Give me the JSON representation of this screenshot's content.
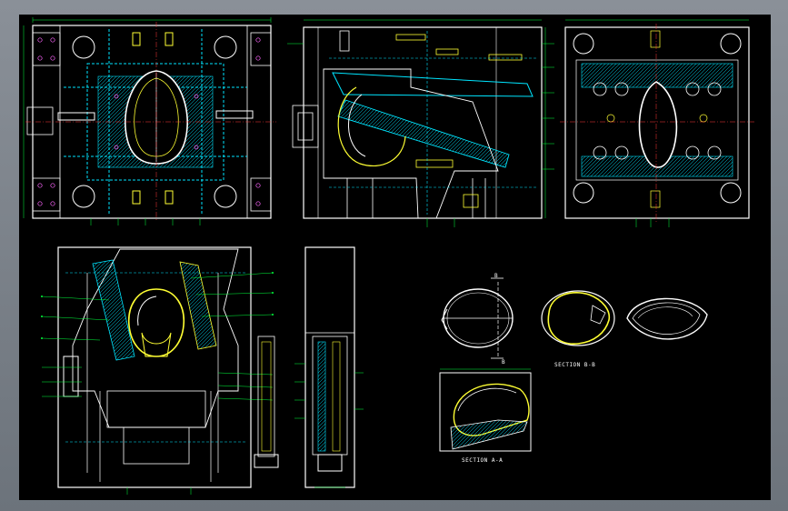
{
  "labels": {
    "section_aa": "SECTION A-A",
    "section_bb": "SECTION B-B",
    "cut_b_top": "B",
    "cut_b_bottom": "B"
  },
  "colors": {
    "frame": "#7b8189",
    "sheet": "#000000",
    "outline": "#ffffff",
    "dimension": "#00ff3c",
    "hidden": "#00e5ff",
    "accent": "#ffff33",
    "note": "#ff3b3b",
    "hole": "#ff66ff"
  }
}
